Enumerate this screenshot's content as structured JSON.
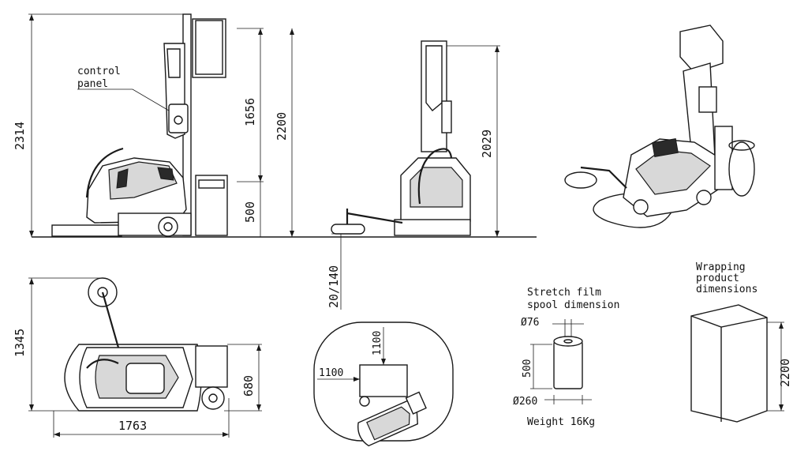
{
  "labels": {
    "control_panel_line1": "control",
    "control_panel_line2": "panel",
    "stretch_film_line1": "Stretch film",
    "stretch_film_line2": "spool dimension",
    "wrapping_line1": "Wrapping",
    "wrapping_line2": "product",
    "wrapping_line3": "dimensions",
    "weight": "Weight 16Kg"
  },
  "dimensions": {
    "total_height": "2314",
    "mast_height": "1656",
    "overall_height": "2200",
    "base_height": "500",
    "rear_height": "2029",
    "ground_clearance": "20/140",
    "width": "1345",
    "depth_small": "680",
    "length": "1763",
    "min_product_x": "1100",
    "min_product_y": "1100",
    "spool_diameter_inner": "Ø76",
    "spool_height": "500",
    "spool_diameter_outer": "Ø260",
    "product_height": "2200"
  },
  "colors": {
    "line": "#1a1a1a",
    "background": "#ffffff"
  }
}
